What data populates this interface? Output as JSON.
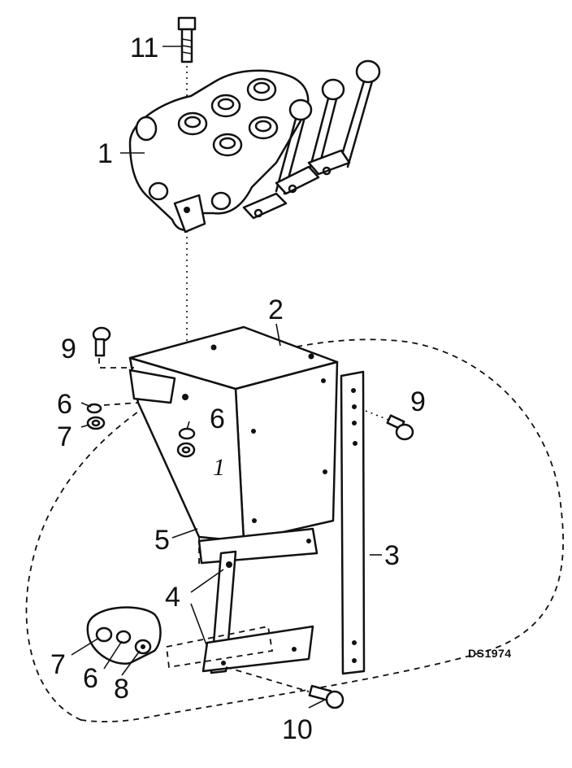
{
  "diagram": {
    "drawing_code": "DS1974",
    "bracket_marking": "1",
    "callouts": [
      {
        "id": "11",
        "label": "11"
      },
      {
        "id": "1",
        "label": "1"
      },
      {
        "id": "2",
        "label": "2"
      },
      {
        "id": "9a",
        "label": "9"
      },
      {
        "id": "9b",
        "label": "9"
      },
      {
        "id": "6a",
        "label": "6"
      },
      {
        "id": "6b",
        "label": "6"
      },
      {
        "id": "6c",
        "label": "6"
      },
      {
        "id": "7a",
        "label": "7"
      },
      {
        "id": "7b",
        "label": "7"
      },
      {
        "id": "5",
        "label": "5"
      },
      {
        "id": "3",
        "label": "3"
      },
      {
        "id": "4",
        "label": "4"
      },
      {
        "id": "8",
        "label": "8"
      },
      {
        "id": "10",
        "label": "10"
      }
    ]
  }
}
